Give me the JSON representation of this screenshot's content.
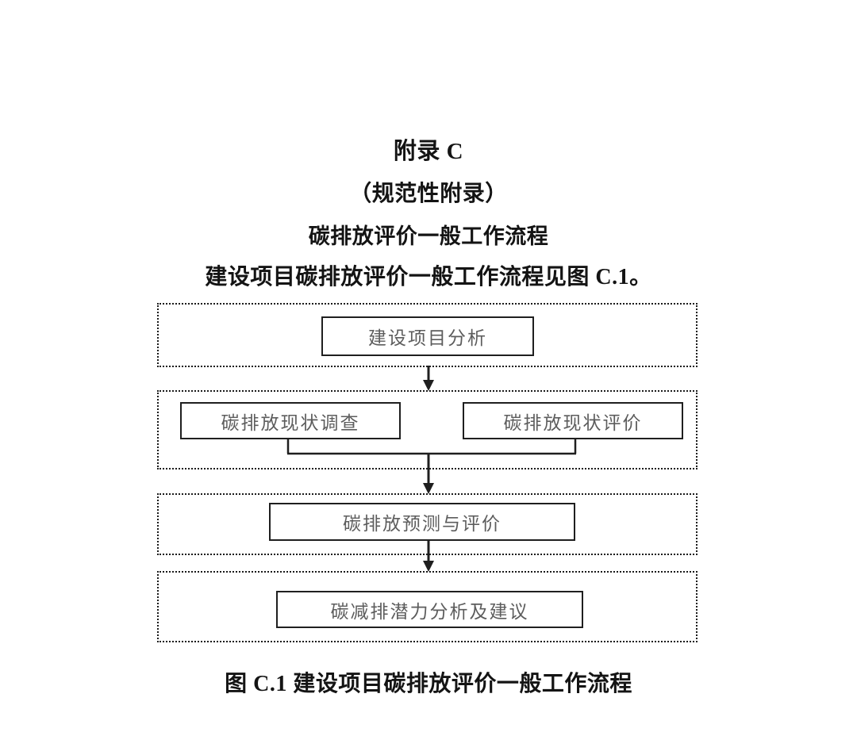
{
  "document": {
    "appendix_title": "附录 C",
    "appendix_kind": "（规范性附录）",
    "appendix_subject": "碳排放评价一般工作流程",
    "intro_sentence": "建设项目碳排放评价一般工作流程见图 C.1。",
    "figure_caption": "图 C.1  建设项目碳排放评价一般工作流程"
  },
  "flowchart": {
    "type": "flowchart",
    "orientation": "top-to-bottom",
    "stage_count": 4,
    "stages": [
      {
        "index": 1,
        "nodes": [
          {
            "label": "建设项目分析"
          }
        ]
      },
      {
        "index": 2,
        "nodes": [
          {
            "label": "碳排放现状调查"
          },
          {
            "label": "碳排放现状评价"
          }
        ]
      },
      {
        "index": 3,
        "nodes": [
          {
            "label": "碳排放预测与评价"
          }
        ]
      },
      {
        "index": 4,
        "nodes": [
          {
            "label": "碳减排潜力分析及建议"
          }
        ]
      }
    ],
    "connectors": [
      {
        "from": "建设项目分析",
        "to": "碳排放现状调查 / 碳排放现状评价",
        "style": "arrow-down"
      },
      {
        "from": "碳排放现状调查 + 碳排放现状评价",
        "to": "碳排放预测与评价",
        "style": "merge-then-arrow-down"
      },
      {
        "from": "碳排放预测与评价",
        "to": "碳减排潜力分析及建议",
        "style": "arrow-down"
      }
    ],
    "colors": {
      "node_border": "#1f1f1f",
      "node_text": "#5d5d5d",
      "group_border": "#1b1b1b",
      "connector": "#1f1f1f",
      "background": "#ffffff"
    }
  }
}
